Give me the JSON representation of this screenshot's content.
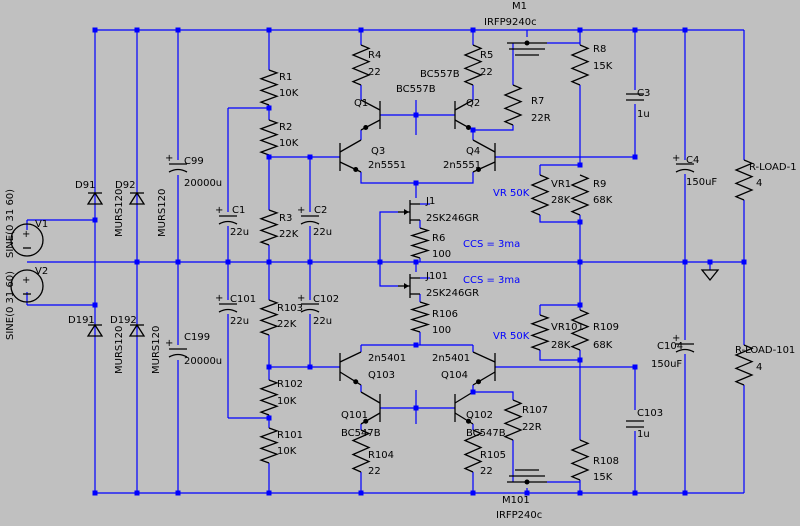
{
  "labels": {
    "m1": "M1",
    "m1_model": "IRFP9240c",
    "m101": "M101",
    "m101_model": "IRFP240c",
    "r4": "R4",
    "r4_val": "22",
    "r5": "R5",
    "r5_val": "22",
    "bc557_a": "BC557B",
    "bc557_b": "BC557B",
    "q1": "Q1",
    "q2": "Q2",
    "r7": "R7",
    "r7_val": "22R",
    "r8": "R8",
    "r8_val": "15K",
    "r1": "R1",
    "r1_val": "10K",
    "r2": "R2",
    "r2_val": "10K",
    "q3": "Q3",
    "q3_model": "2n5551",
    "q4": "Q4",
    "q4_model": "2n5551",
    "c3": "C3",
    "c3_val": "1u",
    "c4": "C4",
    "c4_val": "150uF",
    "rload1": "R-LOAD-1",
    "rload1_val": "4",
    "vr1": "VR1",
    "vr1_val": "28K",
    "r9": "R9",
    "r9_val": "68K",
    "vr50k_top": "VR 50K",
    "j1": "J1",
    "j1_model": "2SK246GR",
    "r6": "R6",
    "r6_val": "100",
    "ccs_top": "CCS = 3ma",
    "c99": "C99",
    "c99_val": "20000u",
    "c199": "C199",
    "c199_val": "20000u",
    "c1": "C1",
    "c1_val": "22u",
    "c2": "C2",
    "c2_val": "22u",
    "c101": "C101",
    "c101_val": "22u",
    "c102": "C102",
    "c102_val": "22u",
    "r3": "R3",
    "r3_val": "22K",
    "r103": "R103",
    "r103_val": "22K",
    "d91": "D91",
    "d92": "D92",
    "d191": "D191",
    "d192": "D192",
    "murs1": "MURS120",
    "murs2": "MURS120",
    "murs3": "MURS120",
    "murs4": "MURS120",
    "sine1": "SINE(0 31 60)",
    "sine2": "SINE(0 31 60)",
    "v1": "V1",
    "v2": "V2",
    "ccs_bot": "CCS = 3ma",
    "j101": "J101",
    "j101_model": "2SK246GR",
    "r106": "R106",
    "r106_val": "100",
    "vr50k_bot": "VR 50K",
    "vr101": "VR101",
    "vr101_val": "28K",
    "r109": "R109",
    "r109_val": "68K",
    "c104": "C104",
    "c104_val": "150uF",
    "rload101": "R-LOAD-101",
    "rload101_val": "4",
    "q103_model": "2n5401",
    "q104_model": "2n5401",
    "q103": "Q103",
    "q104": "Q104",
    "r102": "R102",
    "r102_val": "10K",
    "r101": "R101",
    "r101_val": "10K",
    "q101": "Q101",
    "q102": "Q102",
    "bc547_a": "BC547B",
    "bc547_b": "BC547B",
    "r107": "R107",
    "r107_val": "22R",
    "c103": "C103",
    "c103_val": "1u",
    "r104": "R104",
    "r104_val": "22",
    "r105": "R105",
    "r105_val": "22",
    "r108": "R108",
    "r108_val": "15K"
  }
}
